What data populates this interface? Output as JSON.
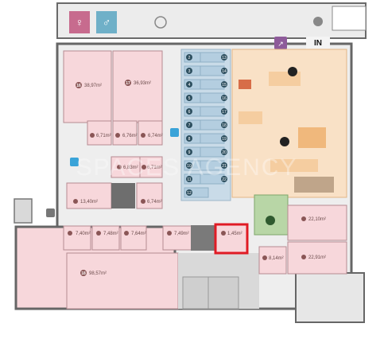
{
  "entrance": {
    "label": "IN"
  },
  "watermark": "SPACES AGENCY",
  "offices": [
    {
      "number": "16",
      "area": "38,97m²"
    },
    {
      "number": "17",
      "area": "36,93m²"
    },
    {
      "number": "15",
      "area": "6,71m²"
    },
    {
      "number": "14",
      "area": "6,76m²"
    },
    {
      "number": "13",
      "area": "6,74m²"
    },
    {
      "number": "11",
      "area": "6,83m²"
    },
    {
      "number": "10",
      "area": "6,71m²"
    },
    {
      "number": "12",
      "area": "13,40m²"
    },
    {
      "number": "9",
      "area": "6,74m²"
    },
    {
      "number": "8",
      "area": "7,40m²"
    },
    {
      "number": "7",
      "area": "7,48m²"
    },
    {
      "number": "6",
      "area": "7,64m²"
    },
    {
      "number": "5",
      "area": "7,49m²"
    },
    {
      "number": "18",
      "area": "98,57m²"
    },
    {
      "number": "1",
      "area": "22,10m²"
    },
    {
      "number": "2",
      "area": "22,91m²"
    },
    {
      "number": "3",
      "area": "8,14m²"
    },
    {
      "number": "4",
      "area": "1,45m²"
    }
  ],
  "desk_numbers": [
    "2",
    "3",
    "4",
    "5",
    "6",
    "7",
    "8",
    "9",
    "10",
    "11",
    "12",
    "13",
    "14",
    "15",
    "16",
    "17",
    "18",
    "19",
    "20",
    "21",
    "22"
  ],
  "colors": {
    "office_fill": "#f7d7db",
    "desk_fill": "#c9dbe8",
    "lounge_fill": "#f9e1c6",
    "green_fill": "#b8d6a6",
    "highlight": "#e01b24"
  }
}
